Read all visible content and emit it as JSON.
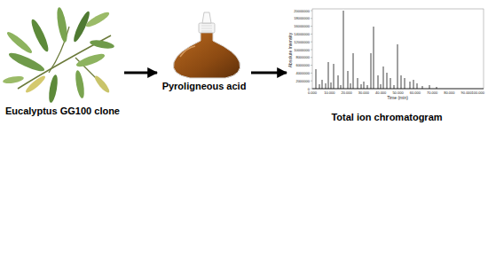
{
  "diagram": {
    "nodes": [
      {
        "text": [
          "Eucalyptus GG100 clone"
        ]
      },
      {
        "text": [
          "Pyroligneous acid"
        ]
      },
      {
        "text": [
          "Total ion chromatogram"
        ]
      }
    ],
    "edges": [
      {
        "from": 0,
        "to": 1,
        "arrow": "to"
      },
      {
        "from": 1,
        "to": 2,
        "arrow": "to"
      }
    ],
    "labels": [
      "Absolute Intensity",
      "0",
      "2000000",
      "4000000",
      "6000000",
      "8000000",
      "10000000",
      "12000000",
      "14000000",
      "16000000",
      "18000000",
      "20000000",
      "0.000",
      "10.000",
      "20.000",
      "30.000",
      "40.000",
      "50.000",
      "60.000",
      "70.000",
      "80.000",
      "90.000",
      "100.000",
      "Time (min)"
    ]
  }
}
